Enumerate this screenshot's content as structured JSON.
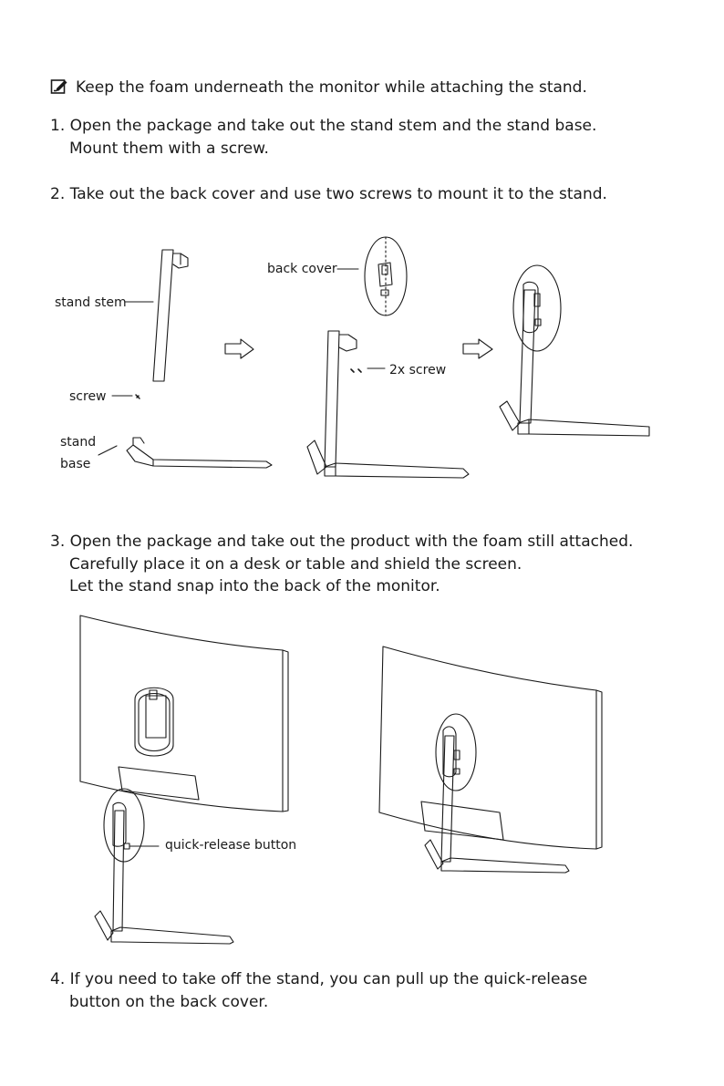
{
  "note": {
    "icon": "note-pencil-icon",
    "text": "Keep the foam underneath the monitor while attaching the stand."
  },
  "steps": [
    {
      "lines": [
        "1. Open the package and take out the stand stem and the stand base.",
        "Mount them with a screw."
      ]
    },
    {
      "lines": [
        "2. Take out the back cover and use two screws to mount it to the stand."
      ]
    },
    {
      "lines": [
        "3. Open the package and take out the product with the foam still attached.",
        "Carefully place it on a desk or table and shield the screen.",
        "Let the stand snap into the back of the monitor."
      ]
    },
    {
      "lines": [
        "4. If you need to take off the stand, you can pull up the quick-release",
        "button on the back cover."
      ]
    }
  ],
  "figure_labels": {
    "stand_stem": "stand stem",
    "screw": "screw",
    "stand": "stand",
    "base": "base",
    "back_cover": "back cover",
    "two_screws": "2x screw",
    "quick_release": "quick-release button"
  },
  "colors": {
    "ink": "#1a1a1a",
    "background": "#ffffff"
  }
}
